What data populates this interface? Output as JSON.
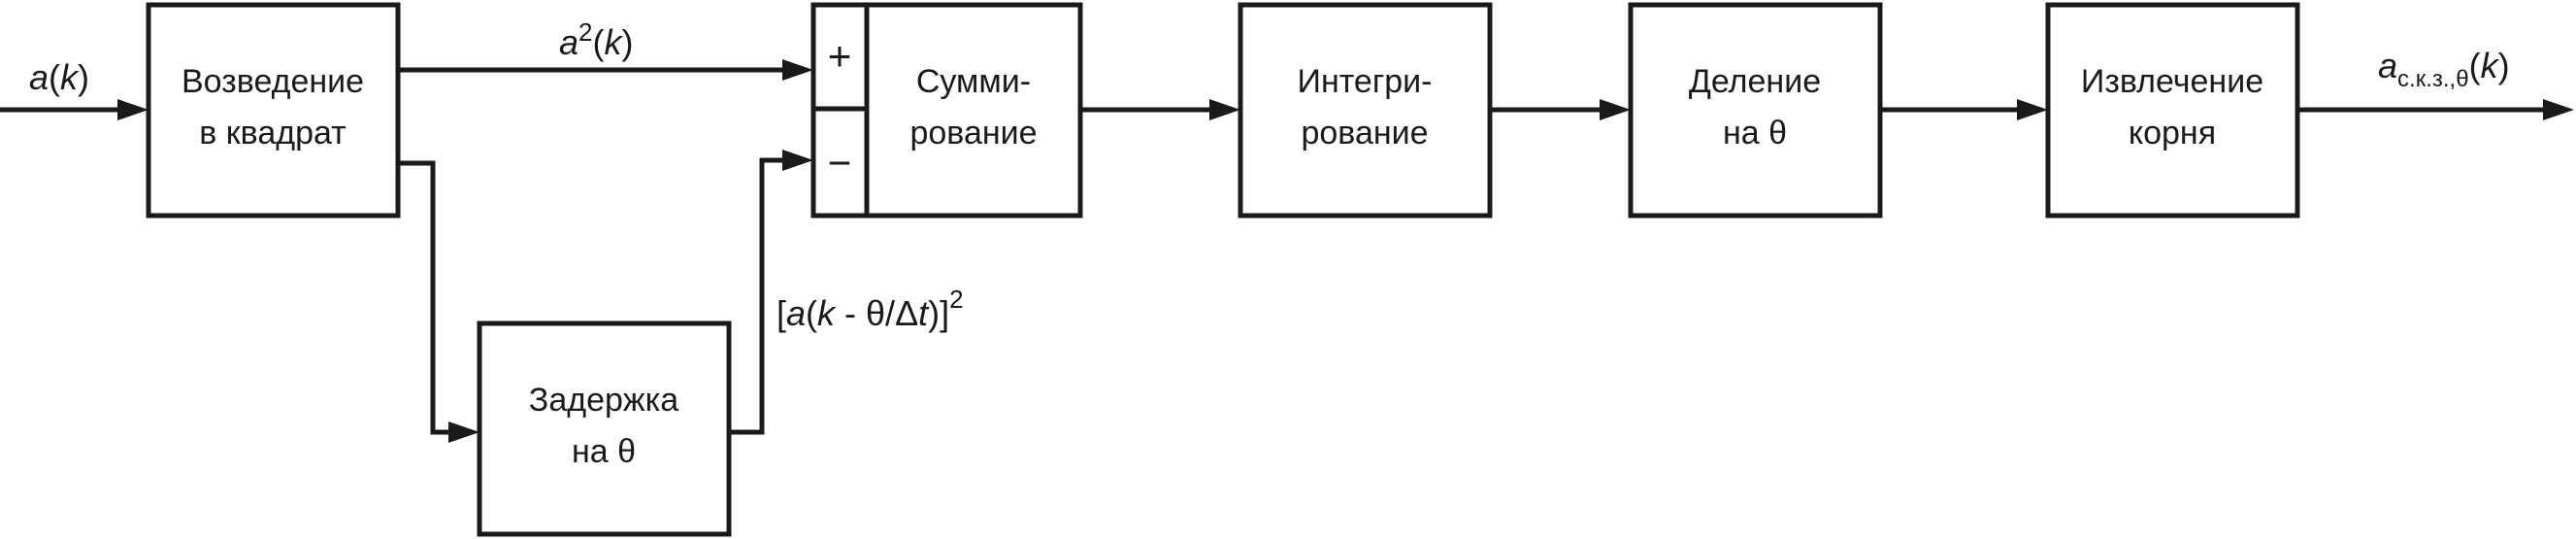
{
  "blocks": {
    "square": {
      "line1": "Возведение",
      "line2": "в квадрат"
    },
    "delay": {
      "line1": "Задержка",
      "line2": "на θ"
    },
    "sum": {
      "line1": "Сумми-",
      "line2": "рование",
      "plus": "+",
      "minus": "−"
    },
    "integrate": {
      "line1": "Интегри-",
      "line2": "рование"
    },
    "divide": {
      "line1": "Деление",
      "line2": "на θ"
    },
    "sqrt": {
      "line1": "Извлечение",
      "line2": "корня"
    }
  },
  "signals": {
    "input": {
      "var": "a",
      "paren_open": "(",
      "arg": "k",
      "paren_close": ")"
    },
    "squared": {
      "var": "a",
      "exp": "2",
      "paren_open": "(",
      "arg": "k",
      "paren_close": ")"
    },
    "delayed": {
      "open": "[",
      "var": "a",
      "paren_open": "(",
      "arg": "k",
      "minus": " - θ/Δ",
      "t": "t",
      "close": ")]",
      "exp": "2"
    },
    "output": {
      "var": "a",
      "sub": "с.к.з.,θ",
      "paren_open": "(",
      "arg": "k",
      "paren_close": ")"
    }
  }
}
